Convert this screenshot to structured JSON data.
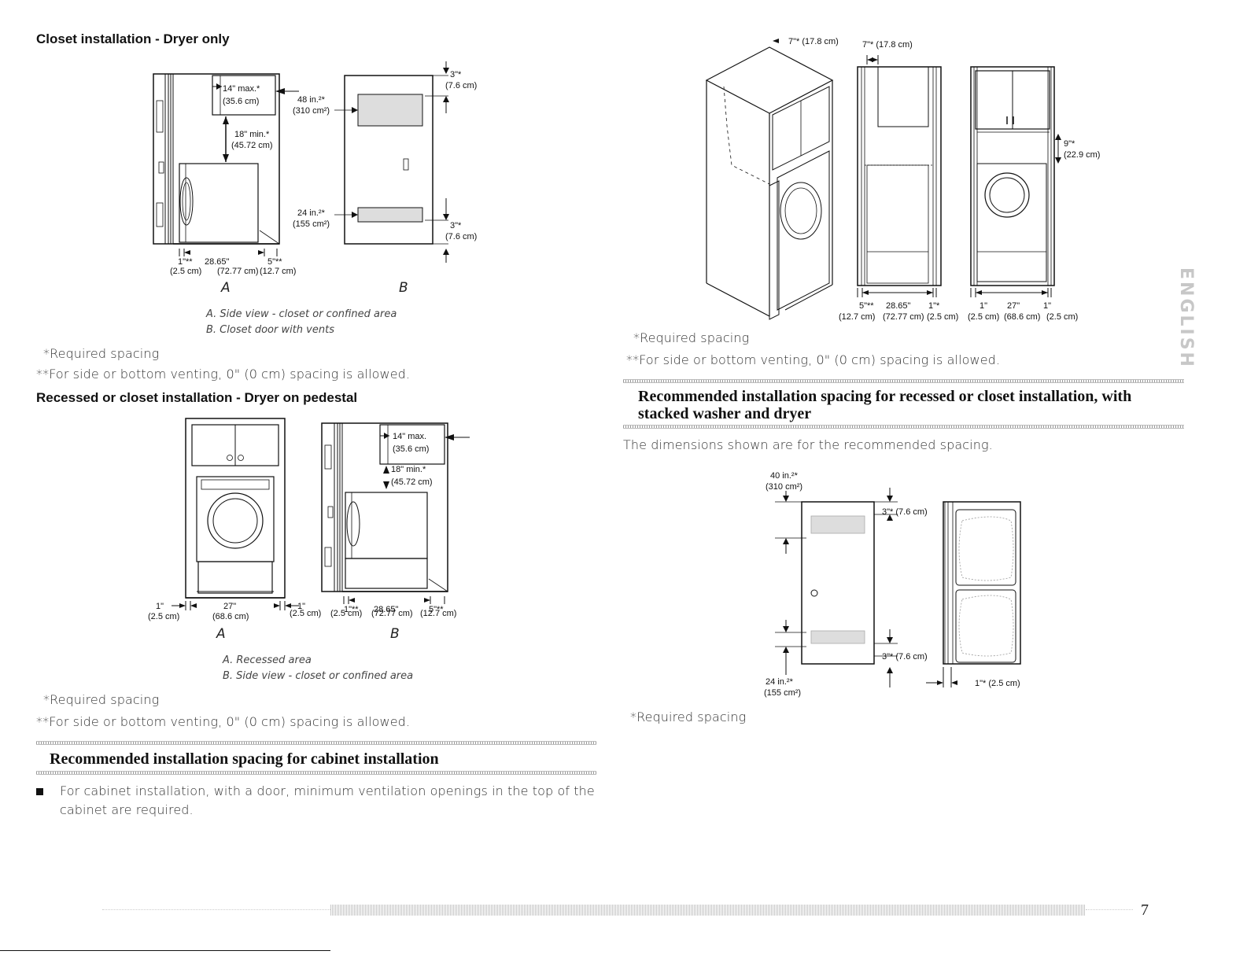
{
  "left": {
    "closet_heading": "Closet installation - Dryer only",
    "fig1": {
      "a_labels": {
        "top_gap": "14\" max.*",
        "top_gap_cm": "(35.6 cm)",
        "vert_gap": "18\" min.*",
        "vert_gap_cm": "(45.72 cm)",
        "bottom_left": "1\"**",
        "bottom_mid": "28.65\"",
        "bottom_right": "5\"**",
        "bottom_left_cm": "(2.5 cm)",
        "bottom_mid_cm": "(72.77 cm)",
        "bottom_right_cm": "(12.7 cm)"
      },
      "b_labels": {
        "vent_top": "48 in.²*",
        "vent_top_cm": "(310 cm²)",
        "vent_bottom": "24 in.²*",
        "vent_bottom_cm": "(155 cm²)",
        "top_space": "3\"*",
        "top_space_cm": "(7.6 cm)",
        "bottom_space": "3\"*",
        "bottom_space_cm": "(7.6 cm)"
      },
      "letter_a": "A",
      "letter_b": "B",
      "caption_a": "A. Side view - closet or confined area",
      "caption_b": "B. Closet door with vents"
    },
    "note_required_1": "*Required spacing",
    "note_venting_1": "**For side or bottom venting, 0\" (0 cm) spacing is allowed.",
    "pedestal_heading": "Recessed or closet installation - Dryer on pedestal",
    "fig2": {
      "a_labels": {
        "left": "1\"",
        "mid": "27\"",
        "right": "1\"",
        "left_cm": "(2.5 cm)",
        "mid_cm": "(68.6 cm)",
        "right_cm": "(2.5 cm)"
      },
      "b_labels": {
        "top_gap": "14\" max.",
        "top_gap_cm": "(35.6 cm)",
        "vert_gap": "18\" min.*",
        "vert_gap_cm": "(45.72 cm)",
        "bottom_left": "1\"**",
        "bottom_mid": "28.65\"",
        "bottom_right": "5\"**",
        "bottom_left_cm": "(2.5 cm)",
        "bottom_mid_cm": "(72.77 cm)",
        "bottom_right_cm": "(12.7 cm)"
      },
      "letter_a": "A",
      "letter_b": "B",
      "caption_a": "A. Recessed area",
      "caption_b": "B. Side view - closet or confined area"
    },
    "note_required_2": "*Required spacing",
    "note_venting_2": "**For side or bottom venting, 0\" (0 cm) spacing is allowed.",
    "cabinet_heading": "Recommended installation spacing for cabinet installation",
    "cabinet_bullet": "For cabinet installation, with a door, minimum ventilation openings in the top of the cabinet are required."
  },
  "right": {
    "fig3": {
      "top_left": "7\"* (17.8 cm)",
      "top_mid": "7\"* (17.8 cm)",
      "side_gap": "9\"*",
      "side_gap_cm": "(22.9 cm)",
      "b1": "5\"**",
      "b2": "28.65\"",
      "b3": "1\"*",
      "b4": "1\"",
      "b5": "27\"",
      "b6": "1\"",
      "b1_cm": "(12.7 cm)",
      "b2_cm": "(72.77 cm)",
      "b3_cm": "(2.5 cm)",
      "b4_cm": "(2.5 cm)",
      "b5_cm": "(68.6 cm)",
      "b6_cm": "(2.5 cm)"
    },
    "note_required_3": "*Required spacing",
    "note_venting_3": "**For side or bottom venting, 0\" (0 cm) spacing is allowed.",
    "stacked_heading_line1": "Recommended installation spacing for recessed or closet installation, with",
    "stacked_heading_line2": "stacked washer and dryer",
    "stacked_intro": "The dimensions shown are for the recommended spacing.",
    "fig4": {
      "vent_top": "40 in.²*",
      "vent_top_cm": "(310 cm²)",
      "vent_bottom": "24 in.²*",
      "vent_bottom_cm": "(155 cm²)",
      "top_space": "3\"* (7.6 cm)",
      "bottom_space": "3\"* (7.6 cm)",
      "side_space": "1\"* (2.5 cm)"
    },
    "note_required_4": "*Required spacing",
    "side_tab": "ENGLISH",
    "page_number": "7"
  }
}
